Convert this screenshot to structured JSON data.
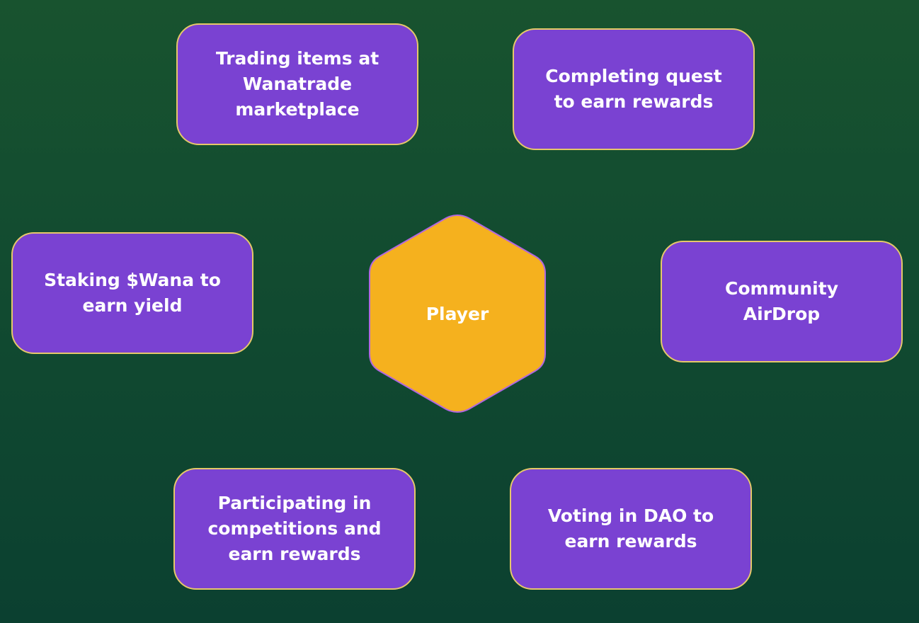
{
  "diagram": {
    "center": {
      "label": "Player",
      "shape": "hexagon",
      "fill": "#f5b11e",
      "stroke": "#b066e0"
    },
    "nodes": [
      {
        "id": "trading",
        "label": "Trading items at\nWanatrade\nmarketplace"
      },
      {
        "id": "quest",
        "label": "Completing quest\nto earn rewards"
      },
      {
        "id": "staking",
        "label": "Staking $Wana to\nearn yield"
      },
      {
        "id": "airdrop",
        "label": "Community\nAirDrop"
      },
      {
        "id": "compete",
        "label": "Participating in\ncompetitions and\nearn rewards"
      },
      {
        "id": "dao",
        "label": "Voting in DAO to\nearn rewards"
      }
    ],
    "colors": {
      "node_fill": "#7a42d2",
      "node_border": "#e6c86a",
      "background_top": "#18532f",
      "background_bottom": "#0b4030",
      "text": "#ffffff"
    }
  }
}
